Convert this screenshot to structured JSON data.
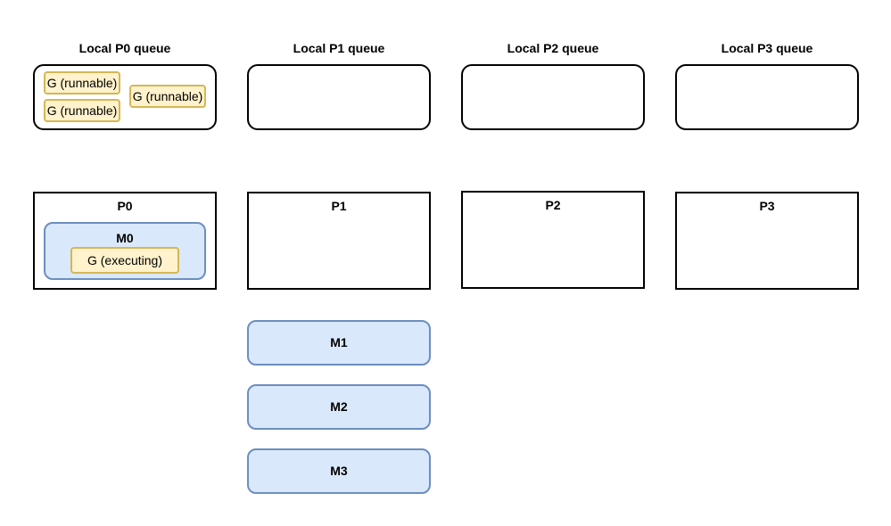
{
  "queues": [
    {
      "title": "Local P0 queue"
    },
    {
      "title": "Local P1 queue"
    },
    {
      "title": "Local P2 queue"
    },
    {
      "title": "Local P3 queue"
    }
  ],
  "runnable_goroutines": [
    "G (runnable)",
    "G (runnable)",
    "G (runnable)"
  ],
  "processors": [
    {
      "label": "P0"
    },
    {
      "label": "P1"
    },
    {
      "label": "P2"
    },
    {
      "label": "P3"
    }
  ],
  "m0": {
    "label": "M0",
    "executing": "G (executing)"
  },
  "idle_machines": [
    "M1",
    "M2",
    "M3"
  ],
  "colors": {
    "goroutine_fill": "#fff2cc",
    "goroutine_stroke": "#d6b656",
    "machine_fill": "#dae8fc",
    "machine_stroke": "#6c8ebf"
  }
}
